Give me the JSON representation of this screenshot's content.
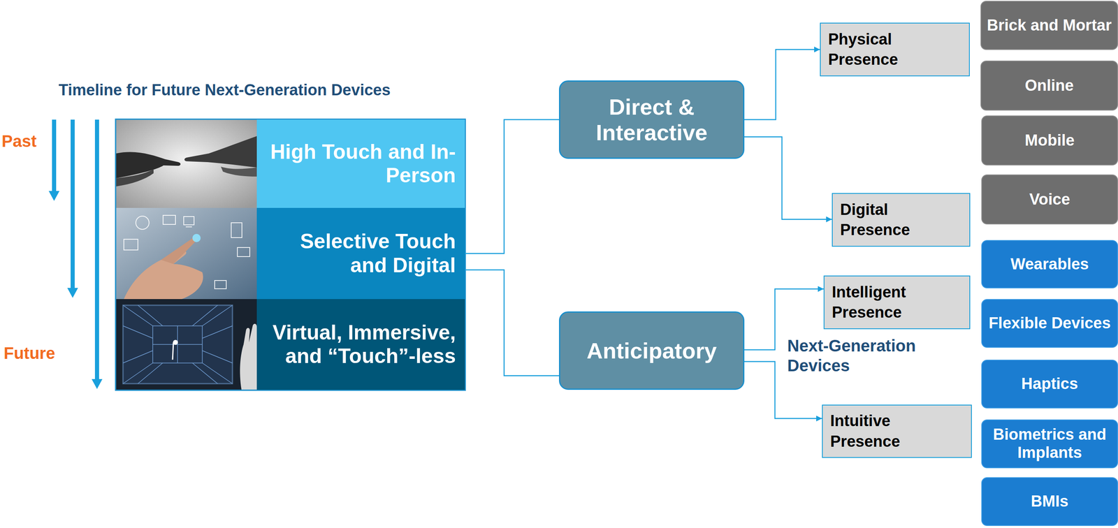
{
  "diagram": {
    "title": "Timeline for Future Next-Generation Devices",
    "nodes": [
      {
        "text": [
          "High Touch and In-Person"
        ]
      },
      {
        "text": [
          "Selective Touch and Digital"
        ]
      },
      {
        "text": [
          "Virtual, Immersive, and “Touch”-less"
        ]
      },
      {
        "text": [
          "Direct & Interactive"
        ]
      },
      {
        "text": [
          "Anticipatory"
        ]
      },
      {
        "text": [
          "Physical Presence"
        ]
      },
      {
        "text": [
          "Digital Presence"
        ]
      },
      {
        "text": [
          "Intelligent Presence"
        ]
      },
      {
        "text": [
          "Intuitive Presence"
        ]
      },
      {
        "text": [
          "Brick and Mortar"
        ]
      },
      {
        "text": [
          "Online"
        ]
      },
      {
        "text": [
          "Mobile"
        ]
      },
      {
        "text": [
          "Voice"
        ]
      },
      {
        "text": [
          "Wearables"
        ]
      },
      {
        "text": [
          "Flexible Devices"
        ]
      },
      {
        "text": [
          "Haptics"
        ]
      },
      {
        "text": [
          "Biometrics and Implants"
        ]
      },
      {
        "text": [
          "BMIs"
        ]
      }
    ],
    "edges": [
      {
        "from": 1,
        "to": 3,
        "arrow": "none"
      },
      {
        "from": 1,
        "to": 4,
        "arrow": "none"
      },
      {
        "from": 3,
        "to": 5,
        "arrow": "to"
      },
      {
        "from": 3,
        "to": 6,
        "arrow": "to"
      },
      {
        "from": 4,
        "to": 7,
        "arrow": "to"
      },
      {
        "from": 4,
        "to": 8,
        "arrow": "to"
      }
    ],
    "labels": [
      "Past",
      "Future",
      "Next-Generation Devices"
    ]
  }
}
